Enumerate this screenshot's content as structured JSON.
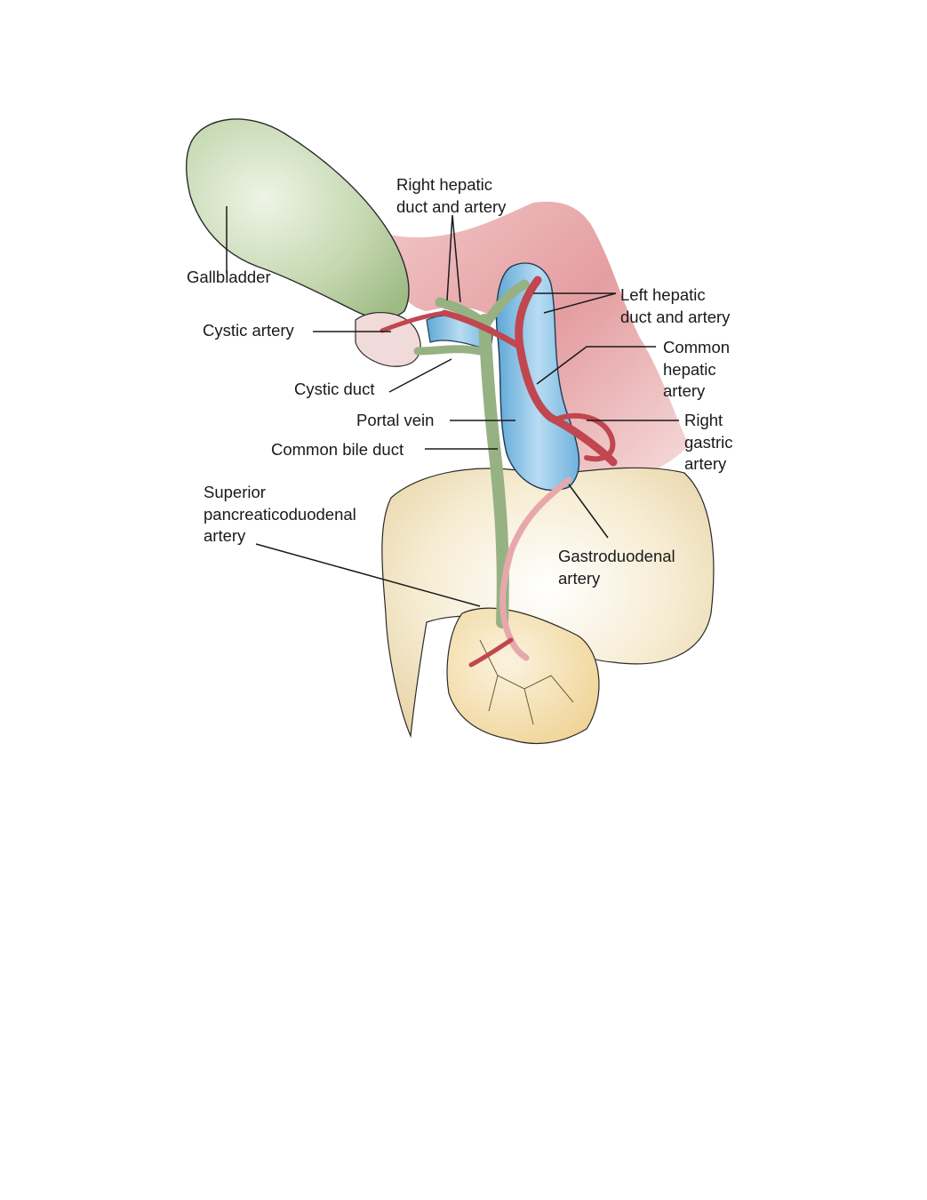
{
  "labels": {
    "right_hepatic": "Right hepatic\nduct and artery",
    "gallbladder": "Gallbladder",
    "left_hepatic": "Left hepatic\nduct and artery",
    "cystic_artery": "Cystic artery",
    "common_hepatic": "Common\nhepatic\nartery",
    "cystic_duct": "Cystic duct",
    "portal_vein": "Portal vein",
    "right_gastric": "Right\ngastric\nartery",
    "common_bile_duct": "Common bile duct",
    "superior_pd": "Superior\npancreaticoduodenal\nartery",
    "gastroduodenal": "Gastroduodenal\nartery"
  },
  "colors": {
    "gallbladder": "#b9cfa3",
    "bile_duct": "#98b483",
    "liver": "#e5a3a5",
    "artery": "#c0474f",
    "portal_vein": "#8cc4e6",
    "duodenum": "#ecdcb2",
    "pancreas": "#efd49a",
    "line": "#1a1a1a"
  }
}
